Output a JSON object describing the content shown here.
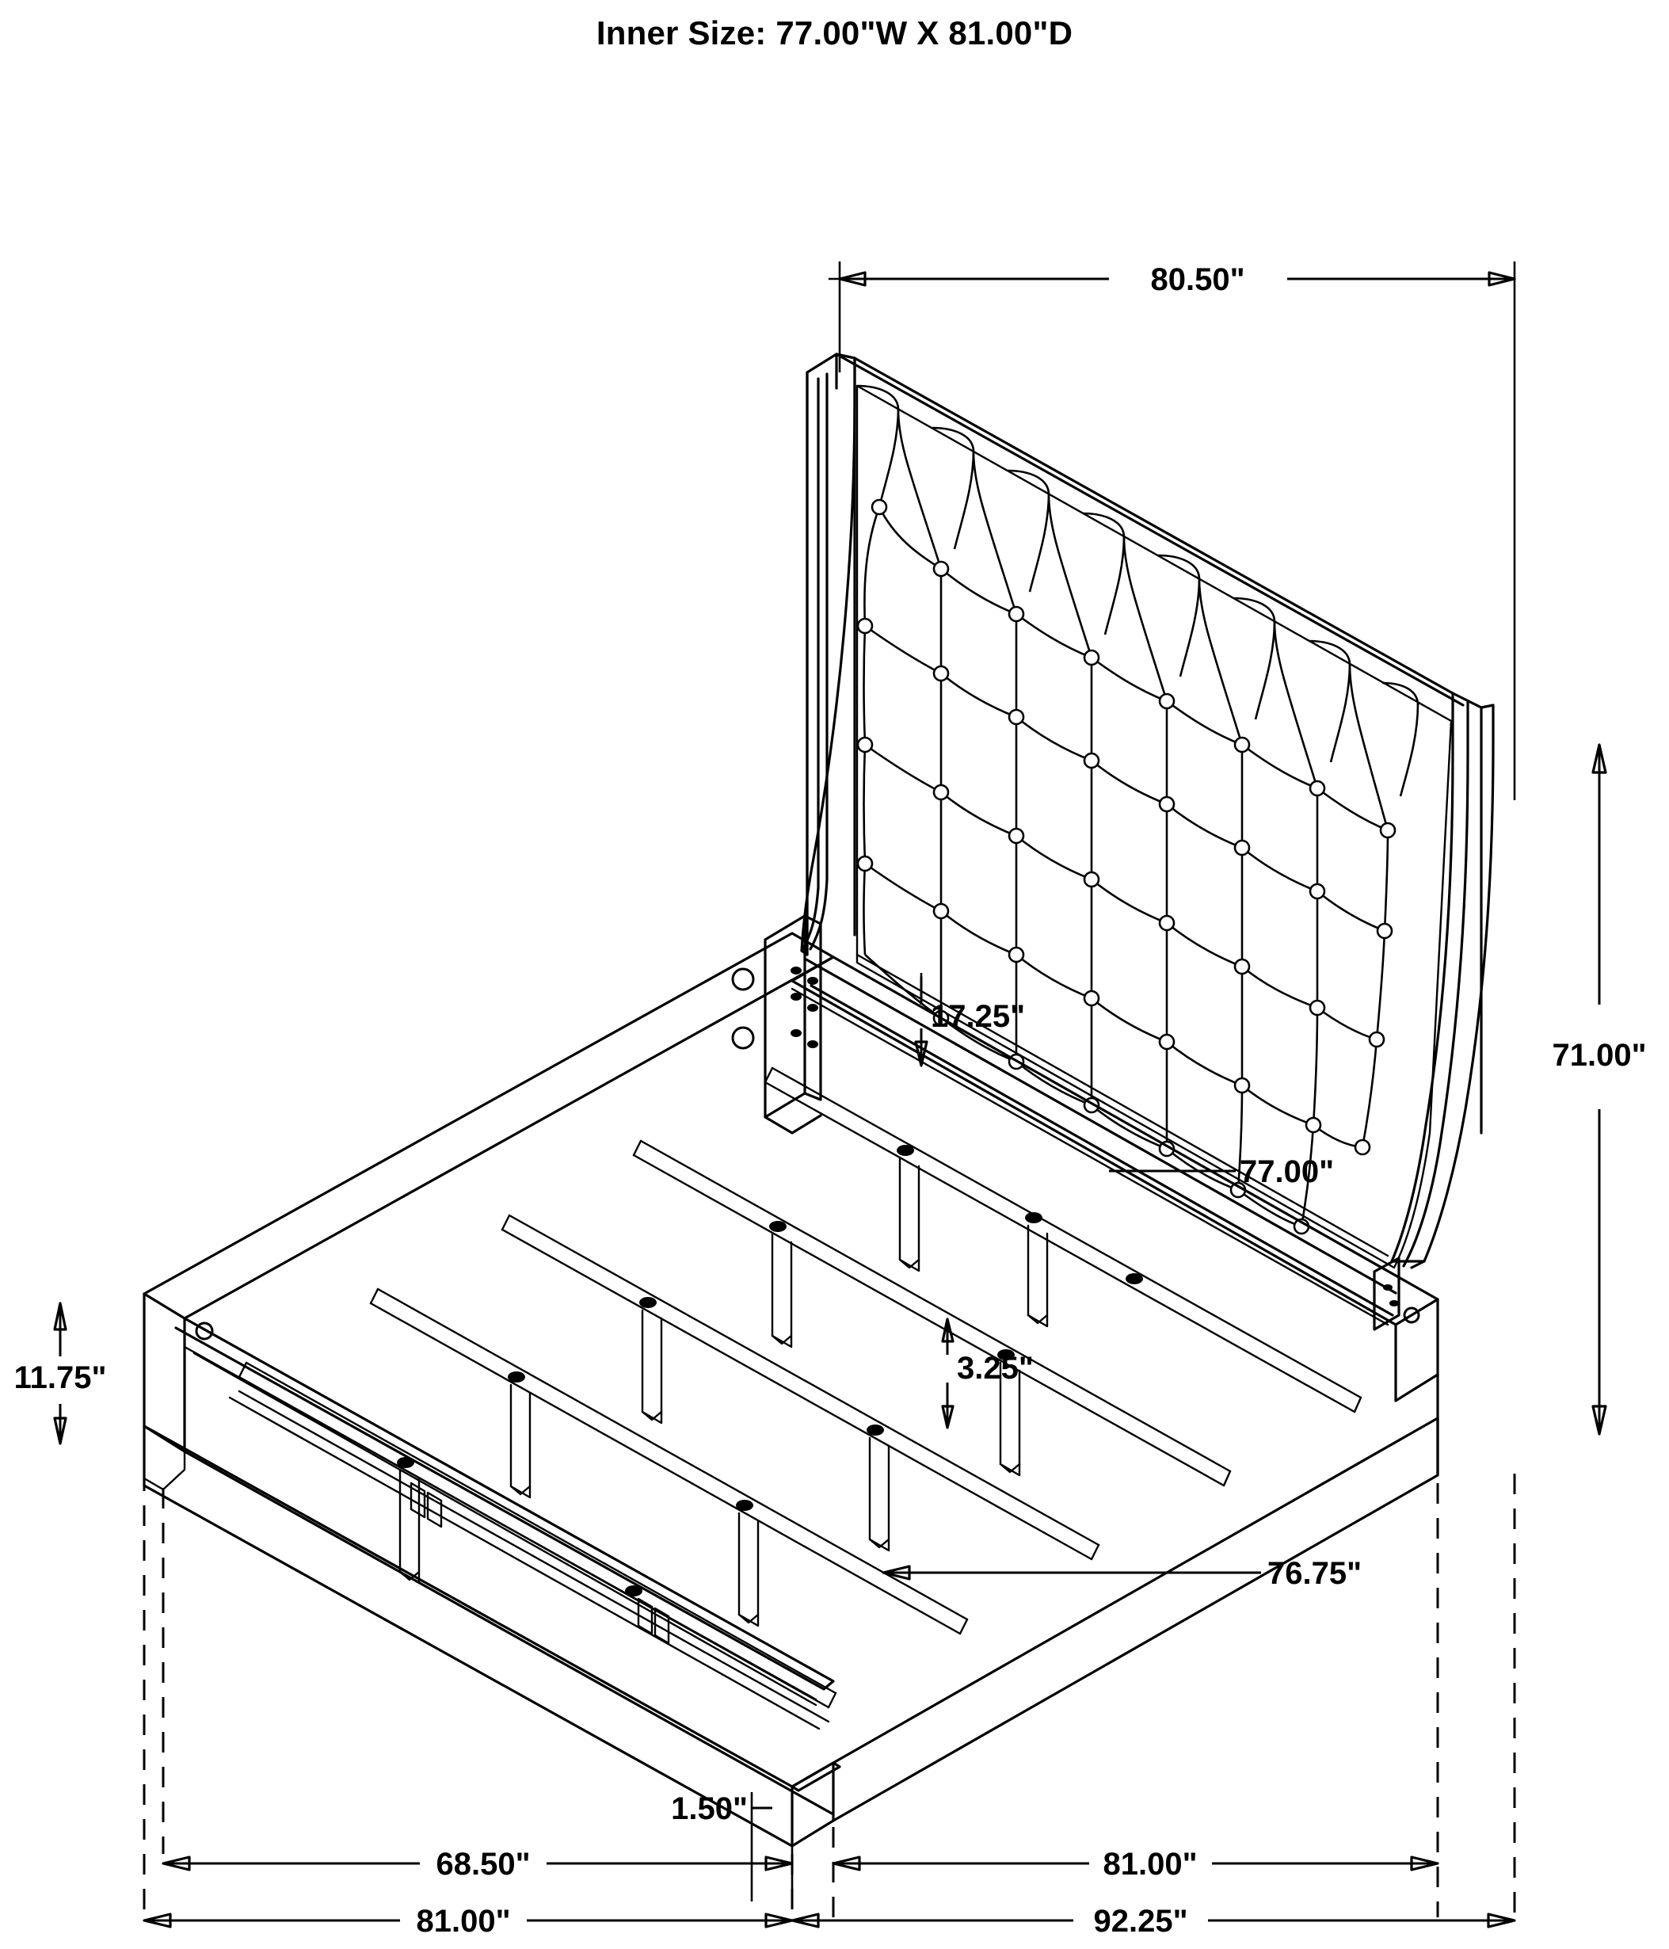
{
  "drawing": {
    "title": "Inner Size: 77.00\"W X 81.00\"D",
    "subject": "upholstered-tufted-bed-frame-assembly",
    "units": "inches",
    "line_color": "#000000",
    "background_color": "#ffffff"
  },
  "dimensions": {
    "headboard_width_top": "80.50\"",
    "headboard_height_right": "71.00\"",
    "headboard_rail_offset": "17.25\"",
    "inner_width": "77.00\"",
    "rail_height_left": "11.75\"",
    "slat_clearance": "3.25\"",
    "inner_depth": "76.75\"",
    "foot_thickness": "1.50\"",
    "bottom_left_inner": "68.50\"",
    "bottom_left_outer": "81.00\"",
    "bottom_right_inner": "81.00\"",
    "bottom_right_outer": "92.25\""
  },
  "labels": {
    "d_80_50": "80.50\"",
    "d_71_00": "71.00\"",
    "d_17_25": "17.25\"",
    "d_77_00": "77.00\"",
    "d_11_75": "11.75\"",
    "d_3_25": "3.25\"",
    "d_76_75": "76.75\"",
    "d_1_50": "1.50\"",
    "d_68_50": "68.50\"",
    "d_81_00_left": "81.00\"",
    "d_81_00_right": "81.00\"",
    "d_92_25": "92.25\""
  },
  "parts": {
    "headboard": "tufted-winged-headboard",
    "side_rail": "side-rail",
    "slats": "support-slats",
    "legs": "center-support-legs",
    "bracket": "headboard-mounting-bracket",
    "footboard": "foot-rail"
  }
}
